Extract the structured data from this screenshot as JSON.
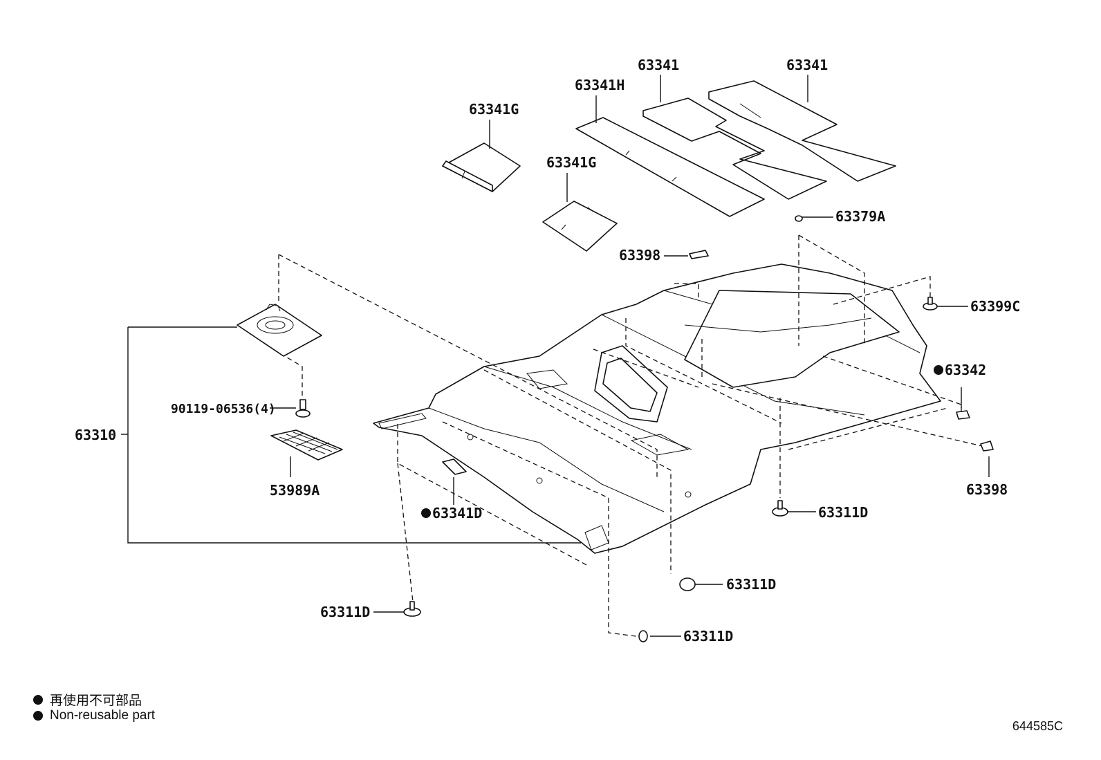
{
  "labels": {
    "p63341_a": "63341",
    "p63341_b": "63341",
    "p63341h": "63341H",
    "p63341g_a": "63341G",
    "p63341g_b": "63341G",
    "p63379a": "63379A",
    "p63398_a": "63398",
    "p63399c": "63399C",
    "p63342": "63342",
    "p63398_b": "63398",
    "p90119": "90119-06536(4)",
    "p63310": "63310",
    "p53989a": "53989A",
    "p63341d": "63341D",
    "p63311d_a": "63311D",
    "p63311d_b": "63311D",
    "p63311d_c": "63311D",
    "p63311d_d": "63311D"
  },
  "legend": {
    "line1": "再使用不可部品",
    "line2": "Non-reusable part"
  },
  "reference_code": "644585C",
  "icons": {
    "non_reusable_marker": "filled-circle"
  }
}
